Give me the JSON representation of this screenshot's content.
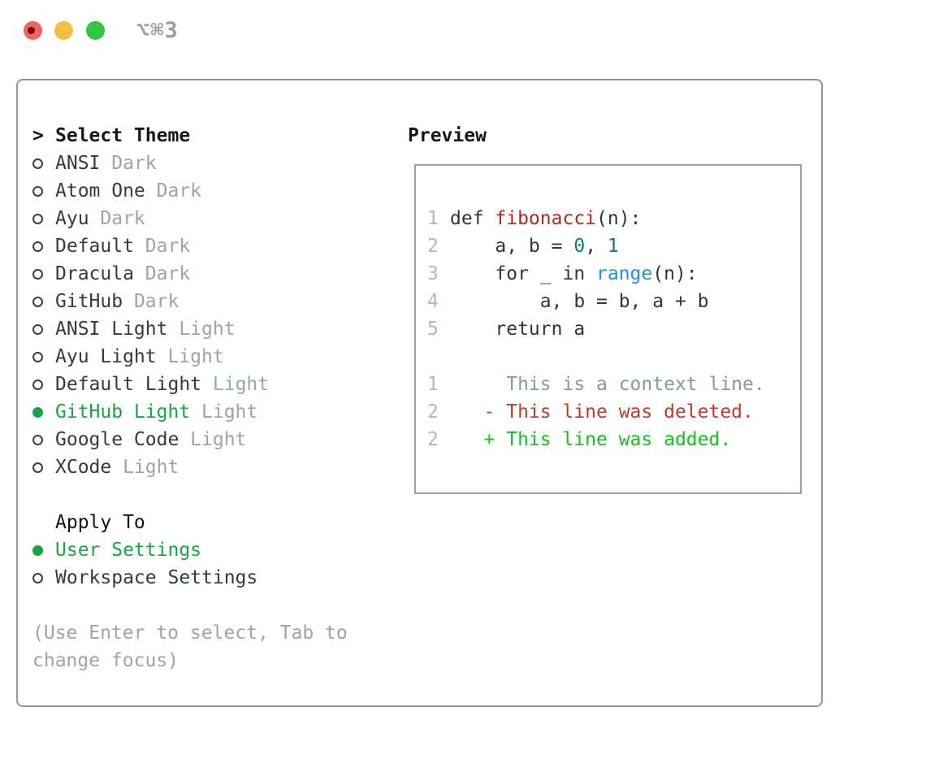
{
  "titlebar": {
    "title": "⌥⌘3"
  },
  "panel": {
    "theme_list": {
      "header_prefix": ">",
      "header": "Select Theme",
      "items": [
        {
          "name": "ANSI",
          "variant": "Dark",
          "selected": false
        },
        {
          "name": "Atom One",
          "variant": "Dark",
          "selected": false
        },
        {
          "name": "Ayu",
          "variant": "Dark",
          "selected": false
        },
        {
          "name": "Default",
          "variant": "Dark",
          "selected": false
        },
        {
          "name": "Dracula",
          "variant": "Dark",
          "selected": false
        },
        {
          "name": "GitHub",
          "variant": "Dark",
          "selected": false
        },
        {
          "name": "ANSI Light",
          "variant": "Light",
          "selected": false
        },
        {
          "name": "Ayu Light",
          "variant": "Light",
          "selected": false
        },
        {
          "name": "Default Light",
          "variant": "Light",
          "selected": false
        },
        {
          "name": "GitHub Light",
          "variant": "Light",
          "selected": true
        },
        {
          "name": "Google Code",
          "variant": "Light",
          "selected": false
        },
        {
          "name": "XCode",
          "variant": "Light",
          "selected": false
        }
      ]
    },
    "apply_to": {
      "header": "Apply To",
      "options": [
        {
          "name": "User Settings",
          "selected": true
        },
        {
          "name": "Workspace Settings",
          "selected": false
        }
      ]
    },
    "help_lines": [
      "(Use Enter to select, Tab to",
      "change focus)"
    ],
    "preview": {
      "header": "Preview",
      "lines": [
        {
          "num": "1",
          "segs": [
            {
              "t": "def ",
              "c": "code"
            },
            {
              "t": "fibonacci",
              "c": "func"
            },
            {
              "t": "(n):",
              "c": "code"
            }
          ]
        },
        {
          "num": "2",
          "segs": [
            {
              "t": "    a, b = ",
              "c": "code"
            },
            {
              "t": "0",
              "c": "lit"
            },
            {
              "t": ", ",
              "c": "code"
            },
            {
              "t": "1",
              "c": "lit"
            }
          ]
        },
        {
          "num": "3",
          "segs": [
            {
              "t": "    for _ in ",
              "c": "code"
            },
            {
              "t": "range",
              "c": "builtin"
            },
            {
              "t": "(n):",
              "c": "code"
            }
          ]
        },
        {
          "num": "4",
          "segs": [
            {
              "t": "        a, b = b, a + b",
              "c": "code"
            }
          ]
        },
        {
          "num": "5",
          "segs": [
            {
              "t": "    return a",
              "c": "code"
            }
          ]
        },
        {
          "num": "",
          "segs": []
        },
        {
          "num": "1",
          "segs": [
            {
              "t": "     This is a context line.",
              "c": "ctx"
            }
          ]
        },
        {
          "num": "2",
          "segs": [
            {
              "t": "   - This line was deleted.",
              "c": "del"
            }
          ]
        },
        {
          "num": "2",
          "segs": [
            {
              "t": "   + This line was added.",
              "c": "add"
            }
          ]
        }
      ]
    }
  },
  "colors": {
    "text-dark": "#2f363d",
    "header-black": "#14181c",
    "muted": "#9aa3ae",
    "line-number": "#b0b7c0",
    "context": "#8d959d",
    "accent-green": "#17a546",
    "diff-add": "#10c21a",
    "diff-del": "#c43a28",
    "func-red": "#b2281c",
    "builtin-blue": "#1d92dc",
    "literal-teal": "#0c7d73",
    "border-main": "#8f98a2",
    "border-preview": "#99a2ac",
    "titlebar-text": "#989ea4",
    "light-red": "#f4635e",
    "light-red-dot": "#740f0c",
    "light-yellow": "#f5bd41",
    "light-green": "#32c53f"
  }
}
